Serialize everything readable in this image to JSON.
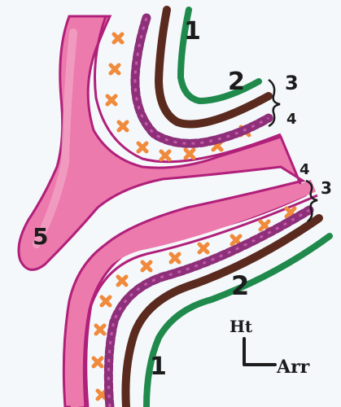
{
  "diagram": {
    "labels": {
      "layer_1": "1",
      "layer_2": "2",
      "layer_3": "3",
      "layer_4": "4",
      "structure_5": "5"
    },
    "orientation": {
      "vertical": "Ht",
      "horizontal": "Arr"
    },
    "colors": {
      "background": "#f5f8fb",
      "layer_1_green": "#1f8a4c",
      "layer_2_brown": "#5a2a1e",
      "braid_purple": "#8e2f7a",
      "cross_orange": "#f08a3c",
      "layer_4_pink": "#e66aa3",
      "layer_4_outline": "#b0207a",
      "structure_5_pink": "#e86fa4"
    }
  }
}
